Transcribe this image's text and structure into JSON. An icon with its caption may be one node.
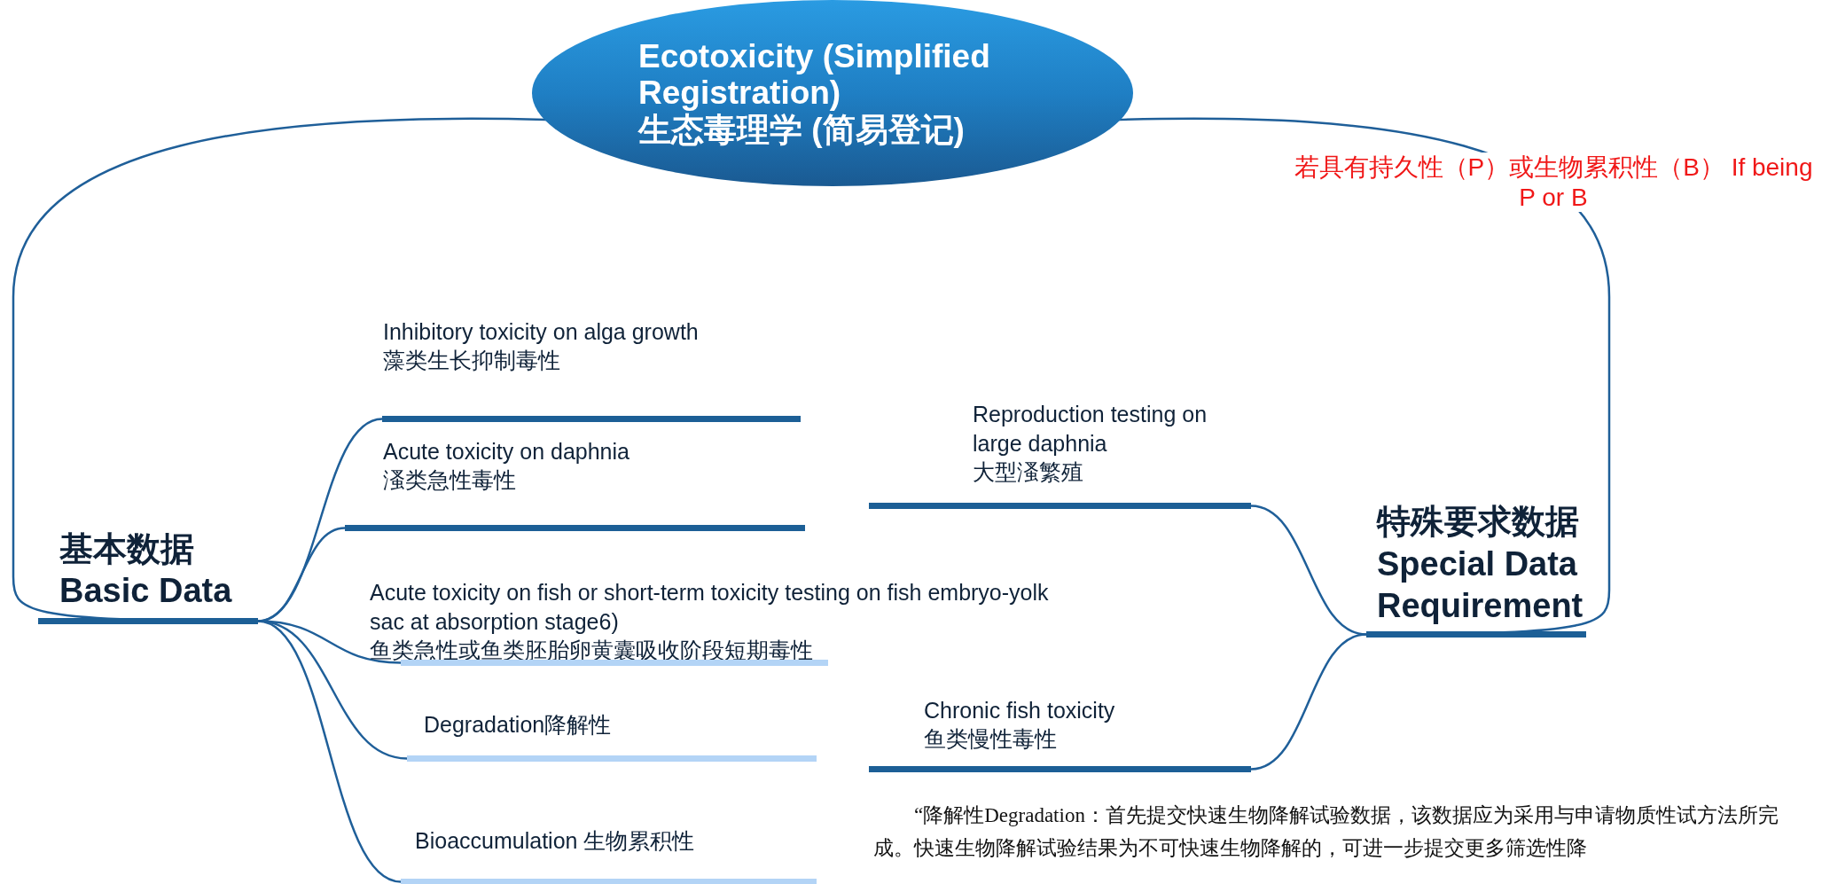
{
  "diagram": {
    "nodes": [
      {
        "text": [
          "Ecotoxicity (Simplified Registration)",
          "生态毒理学 (简易登记)"
        ]
      },
      {
        "text": [
          "基本数据",
          "Basic Data"
        ]
      },
      {
        "text": [
          "Inhibitory toxicity on alga growth",
          "藻类生长抑制毒性"
        ]
      },
      {
        "text": [
          "Acute toxicity on daphnia",
          "溞类急性毒性"
        ]
      },
      {
        "text": [
          "Acute toxicity on fish or short-term toxicity testing on fish embryo-yolk sac at absorption stage6)",
          "鱼类急性或鱼类胚胎卵黄囊吸收阶段短期毒性"
        ]
      },
      {
        "text": [
          "Degradation降解性"
        ]
      },
      {
        "text": [
          "Bioaccumulation 生物累积性"
        ]
      },
      {
        "text": [
          "特殊要求数据",
          "Special Data Requirement"
        ]
      },
      {
        "text": [
          "Reproduction testing on large daphnia",
          "大型溞繁殖"
        ]
      },
      {
        "text": [
          "Chronic fish toxicity",
          "鱼类慢性毒性"
        ]
      }
    ],
    "edges": [
      {
        "from": 0,
        "to": 1,
        "arrow": "none"
      },
      {
        "from": 0,
        "to": 7,
        "arrow": "none",
        "label": "若具有持久性（P）或生物累积性（B） If being P or B"
      },
      {
        "from": 1,
        "to": 2,
        "arrow": "none"
      },
      {
        "from": 1,
        "to": 3,
        "arrow": "none"
      },
      {
        "from": 1,
        "to": 4,
        "arrow": "none"
      },
      {
        "from": 1,
        "to": 5,
        "arrow": "none"
      },
      {
        "from": 1,
        "to": 6,
        "arrow": "none"
      },
      {
        "from": 7,
        "to": 8,
        "arrow": "none"
      },
      {
        "from": 7,
        "to": 9,
        "arrow": "none"
      }
    ],
    "labels": [
      "“降解性Degradation：首先提交快速生物降解试验数据，该数据应为采用与申请物质性试方法所完成。快速生物降解试验结果为不可快速生物降解的，可进一步提交更多筛选性降"
    ]
  }
}
